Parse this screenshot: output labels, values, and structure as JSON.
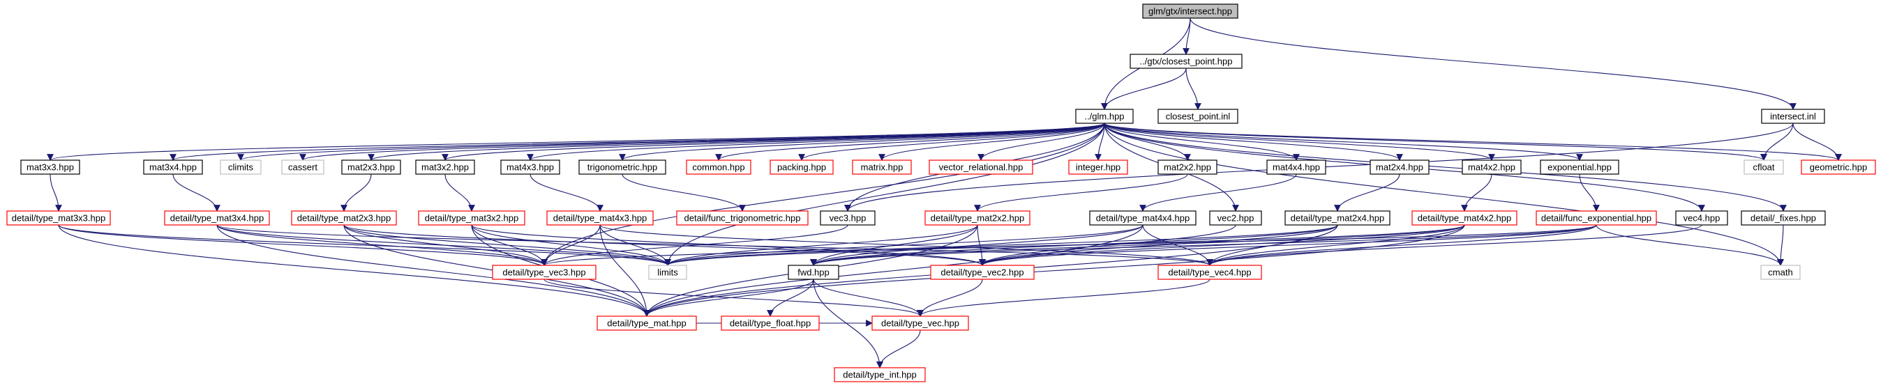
{
  "colors": {
    "edge": "#191970",
    "root_fill": "#bfbfbf",
    "normal_border": "#000000",
    "truncated_border": "#ff0000",
    "external_border": "#bfbfbf",
    "node_fill": "#ffffff",
    "text": "#000000"
  },
  "nodes": [
    {
      "id": "intersect_hpp",
      "label": "glm/gtx/intersect.hpp",
      "kind": "root"
    },
    {
      "id": "closest_point_hpp",
      "label": "../gtx/closest_point.hpp",
      "kind": "normal"
    },
    {
      "id": "glm_hpp",
      "label": "../glm.hpp",
      "kind": "normal"
    },
    {
      "id": "closest_point_inl",
      "label": "closest_point.inl",
      "kind": "normal"
    },
    {
      "id": "intersect_inl",
      "label": "intersect.inl",
      "kind": "normal"
    },
    {
      "id": "mat3x3_hpp",
      "label": "mat3x3.hpp",
      "kind": "normal"
    },
    {
      "id": "mat3x4_hpp",
      "label": "mat3x4.hpp",
      "kind": "normal"
    },
    {
      "id": "climits",
      "label": "climits",
      "kind": "external"
    },
    {
      "id": "cassert",
      "label": "cassert",
      "kind": "external"
    },
    {
      "id": "mat2x3_hpp",
      "label": "mat2x3.hpp",
      "kind": "normal"
    },
    {
      "id": "mat3x2_hpp",
      "label": "mat3x2.hpp",
      "kind": "normal"
    },
    {
      "id": "mat4x3_hpp",
      "label": "mat4x3.hpp",
      "kind": "normal"
    },
    {
      "id": "trigonometric_hpp",
      "label": "trigonometric.hpp",
      "kind": "normal"
    },
    {
      "id": "common_hpp",
      "label": "common.hpp",
      "kind": "truncated"
    },
    {
      "id": "packing_hpp",
      "label": "packing.hpp",
      "kind": "truncated"
    },
    {
      "id": "matrix_hpp",
      "label": "matrix.hpp",
      "kind": "truncated"
    },
    {
      "id": "vector_relational_hpp",
      "label": "vector_relational.hpp",
      "kind": "truncated"
    },
    {
      "id": "integer_hpp",
      "label": "integer.hpp",
      "kind": "truncated"
    },
    {
      "id": "mat2x2_hpp",
      "label": "mat2x2.hpp",
      "kind": "normal"
    },
    {
      "id": "mat4x4_hpp",
      "label": "mat4x4.hpp",
      "kind": "normal"
    },
    {
      "id": "mat2x4_hpp",
      "label": "mat2x4.hpp",
      "kind": "normal"
    },
    {
      "id": "mat4x2_hpp",
      "label": "mat4x2.hpp",
      "kind": "normal"
    },
    {
      "id": "exponential_hpp",
      "label": "exponential.hpp",
      "kind": "normal"
    },
    {
      "id": "cfloat",
      "label": "cfloat",
      "kind": "external"
    },
    {
      "id": "geometric_hpp",
      "label": "geometric.hpp",
      "kind": "truncated"
    },
    {
      "id": "type_mat3x3_hpp",
      "label": "detail/type_mat3x3.hpp",
      "kind": "truncated"
    },
    {
      "id": "type_mat3x4_hpp",
      "label": "detail/type_mat3x4.hpp",
      "kind": "truncated"
    },
    {
      "id": "type_mat2x3_hpp",
      "label": "detail/type_mat2x3.hpp",
      "kind": "truncated"
    },
    {
      "id": "type_mat3x2_hpp",
      "label": "detail/type_mat3x2.hpp",
      "kind": "truncated"
    },
    {
      "id": "type_mat4x3_hpp",
      "label": "detail/type_mat4x3.hpp",
      "kind": "truncated"
    },
    {
      "id": "func_trigonometric_hpp",
      "label": "detail/func_trigonometric.hpp",
      "kind": "truncated"
    },
    {
      "id": "vec3_hpp",
      "label": "vec3.hpp",
      "kind": "normal"
    },
    {
      "id": "type_mat2x2_hpp",
      "label": "detail/type_mat2x2.hpp",
      "kind": "truncated"
    },
    {
      "id": "type_mat4x4_hpp",
      "label": "detail/type_mat4x4.hpp",
      "kind": "normal"
    },
    {
      "id": "vec2_hpp",
      "label": "vec2.hpp",
      "kind": "normal"
    },
    {
      "id": "type_mat2x4_hpp",
      "label": "detail/type_mat2x4.hpp",
      "kind": "normal"
    },
    {
      "id": "type_mat4x2_hpp",
      "label": "detail/type_mat4x2.hpp",
      "kind": "truncated"
    },
    {
      "id": "func_exponential_hpp",
      "label": "detail/func_exponential.hpp",
      "kind": "truncated"
    },
    {
      "id": "vec4_hpp",
      "label": "vec4.hpp",
      "kind": "normal"
    },
    {
      "id": "fixes_hpp",
      "label": "detail/_fixes.hpp",
      "kind": "normal"
    },
    {
      "id": "type_vec3_hpp",
      "label": "detail/type_vec3.hpp",
      "kind": "truncated"
    },
    {
      "id": "limits",
      "label": "limits",
      "kind": "external"
    },
    {
      "id": "fwd_hpp",
      "label": "fwd.hpp",
      "kind": "normal"
    },
    {
      "id": "type_vec2_hpp",
      "label": "detail/type_vec2.hpp",
      "kind": "truncated"
    },
    {
      "id": "type_vec4_hpp",
      "label": "detail/type_vec4.hpp",
      "kind": "truncated"
    },
    {
      "id": "cmath",
      "label": "cmath",
      "kind": "external"
    },
    {
      "id": "type_mat_hpp",
      "label": "detail/type_mat.hpp",
      "kind": "truncated"
    },
    {
      "id": "type_float_hpp",
      "label": "detail/type_float.hpp",
      "kind": "truncated"
    },
    {
      "id": "type_vec_hpp",
      "label": "detail/type_vec.hpp",
      "kind": "truncated"
    },
    {
      "id": "type_int_hpp",
      "label": "detail/type_int.hpp",
      "kind": "truncated"
    }
  ],
  "edges": [
    [
      "intersect_hpp",
      "glm_hpp"
    ],
    [
      "intersect_hpp",
      "closest_point_hpp"
    ],
    [
      "intersect_hpp",
      "intersect_inl"
    ],
    [
      "closest_point_hpp",
      "glm_hpp"
    ],
    [
      "closest_point_hpp",
      "closest_point_inl"
    ],
    [
      "intersect_inl",
      "cfloat"
    ],
    [
      "intersect_inl",
      "geometric_hpp"
    ],
    [
      "intersect_inl",
      "vec3_hpp"
    ],
    [
      "glm_hpp",
      "mat3x3_hpp"
    ],
    [
      "glm_hpp",
      "mat3x4_hpp"
    ],
    [
      "glm_hpp",
      "climits"
    ],
    [
      "glm_hpp",
      "cassert"
    ],
    [
      "glm_hpp",
      "mat2x3_hpp"
    ],
    [
      "glm_hpp",
      "mat3x2_hpp"
    ],
    [
      "glm_hpp",
      "mat4x3_hpp"
    ],
    [
      "glm_hpp",
      "trigonometric_hpp"
    ],
    [
      "glm_hpp",
      "common_hpp"
    ],
    [
      "glm_hpp",
      "packing_hpp"
    ],
    [
      "glm_hpp",
      "matrix_hpp"
    ],
    [
      "glm_hpp",
      "vector_relational_hpp"
    ],
    [
      "glm_hpp",
      "integer_hpp"
    ],
    [
      "glm_hpp",
      "mat2x2_hpp"
    ],
    [
      "glm_hpp",
      "mat4x4_hpp"
    ],
    [
      "glm_hpp",
      "mat2x4_hpp"
    ],
    [
      "glm_hpp",
      "mat4x2_hpp"
    ],
    [
      "glm_hpp",
      "exponential_hpp"
    ],
    [
      "glm_hpp",
      "cfloat"
    ],
    [
      "glm_hpp",
      "geometric_hpp"
    ],
    [
      "glm_hpp",
      "vec3_hpp"
    ],
    [
      "glm_hpp",
      "vec2_hpp"
    ],
    [
      "glm_hpp",
      "vec4_hpp"
    ],
    [
      "glm_hpp",
      "fixes_hpp"
    ],
    [
      "glm_hpp",
      "cmath"
    ],
    [
      "glm_hpp",
      "limits"
    ],
    [
      "glm_hpp",
      "type_vec3_hpp"
    ],
    [
      "mat3x3_hpp",
      "type_mat3x3_hpp"
    ],
    [
      "mat3x4_hpp",
      "type_mat3x4_hpp"
    ],
    [
      "mat2x3_hpp",
      "type_mat2x3_hpp"
    ],
    [
      "mat3x2_hpp",
      "type_mat3x2_hpp"
    ],
    [
      "mat4x3_hpp",
      "type_mat4x3_hpp"
    ],
    [
      "trigonometric_hpp",
      "func_trigonometric_hpp"
    ],
    [
      "mat2x2_hpp",
      "type_mat2x2_hpp"
    ],
    [
      "mat4x4_hpp",
      "type_mat4x4_hpp"
    ],
    [
      "mat2x4_hpp",
      "type_mat2x4_hpp"
    ],
    [
      "mat4x2_hpp",
      "type_mat4x2_hpp"
    ],
    [
      "exponential_hpp",
      "func_exponential_hpp"
    ],
    [
      "fixes_hpp",
      "cmath"
    ],
    [
      "type_mat3x3_hpp",
      "type_vec3_hpp"
    ],
    [
      "type_mat3x3_hpp",
      "limits"
    ],
    [
      "type_mat3x3_hpp",
      "type_mat_hpp"
    ],
    [
      "type_mat3x4_hpp",
      "type_vec3_hpp"
    ],
    [
      "type_mat3x4_hpp",
      "type_vec4_hpp"
    ],
    [
      "type_mat3x4_hpp",
      "limits"
    ],
    [
      "type_mat3x4_hpp",
      "type_mat_hpp"
    ],
    [
      "type_mat2x3_hpp",
      "type_vec2_hpp"
    ],
    [
      "type_mat2x3_hpp",
      "type_vec3_hpp"
    ],
    [
      "type_mat2x3_hpp",
      "limits"
    ],
    [
      "type_mat2x3_hpp",
      "type_mat_hpp"
    ],
    [
      "type_mat3x2_hpp",
      "type_vec2_hpp"
    ],
    [
      "type_mat3x2_hpp",
      "type_vec3_hpp"
    ],
    [
      "type_mat3x2_hpp",
      "limits"
    ],
    [
      "type_mat3x2_hpp",
      "type_mat_hpp"
    ],
    [
      "type_mat4x3_hpp",
      "type_vec3_hpp"
    ],
    [
      "type_mat4x3_hpp",
      "type_vec4_hpp"
    ],
    [
      "type_mat4x3_hpp",
      "limits"
    ],
    [
      "type_mat4x3_hpp",
      "type_mat_hpp"
    ],
    [
      "vec3_hpp",
      "type_vec3_hpp"
    ],
    [
      "type_mat2x2_hpp",
      "type_vec2_hpp"
    ],
    [
      "type_mat2x2_hpp",
      "limits"
    ],
    [
      "type_mat2x2_hpp",
      "type_mat_hpp"
    ],
    [
      "type_mat2x2_hpp",
      "fwd_hpp"
    ],
    [
      "type_mat4x4_hpp",
      "type_vec4_hpp"
    ],
    [
      "type_mat4x4_hpp",
      "limits"
    ],
    [
      "type_mat4x4_hpp",
      "type_mat_hpp"
    ],
    [
      "type_mat4x4_hpp",
      "fwd_hpp"
    ],
    [
      "vec2_hpp",
      "type_vec2_hpp"
    ],
    [
      "type_mat2x4_hpp",
      "type_vec2_hpp"
    ],
    [
      "type_mat2x4_hpp",
      "type_vec4_hpp"
    ],
    [
      "type_mat2x4_hpp",
      "limits"
    ],
    [
      "type_mat2x4_hpp",
      "type_mat_hpp"
    ],
    [
      "type_mat2x4_hpp",
      "fwd_hpp"
    ],
    [
      "type_mat4x2_hpp",
      "type_vec2_hpp"
    ],
    [
      "type_mat4x2_hpp",
      "type_vec4_hpp"
    ],
    [
      "type_mat4x2_hpp",
      "limits"
    ],
    [
      "type_mat4x2_hpp",
      "type_mat_hpp"
    ],
    [
      "type_mat4x2_hpp",
      "fwd_hpp"
    ],
    [
      "func_exponential_hpp",
      "type_vec1_placeholder"
    ],
    [
      "func_exponential_hpp",
      "type_vec2_hpp"
    ],
    [
      "func_exponential_hpp",
      "type_vec3_hpp"
    ],
    [
      "func_exponential_hpp",
      "type_vec4_hpp"
    ],
    [
      "func_exponential_hpp",
      "cmath"
    ],
    [
      "func_exponential_hpp",
      "fwd_hpp"
    ],
    [
      "vec4_hpp",
      "type_vec4_hpp"
    ],
    [
      "type_vec3_hpp",
      "type_vec_hpp"
    ],
    [
      "fwd_hpp",
      "type_mat_hpp"
    ],
    [
      "fwd_hpp",
      "type_vec_hpp"
    ],
    [
      "fwd_hpp",
      "type_float_hpp"
    ],
    [
      "fwd_hpp",
      "type_int_hpp"
    ],
    [
      "type_vec2_hpp",
      "type_vec_hpp"
    ],
    [
      "type_vec4_hpp",
      "type_vec_hpp"
    ],
    [
      "type_mat_hpp",
      "type_vec_hpp"
    ],
    [
      "type_vec_hpp",
      "type_int_hpp"
    ]
  ]
}
